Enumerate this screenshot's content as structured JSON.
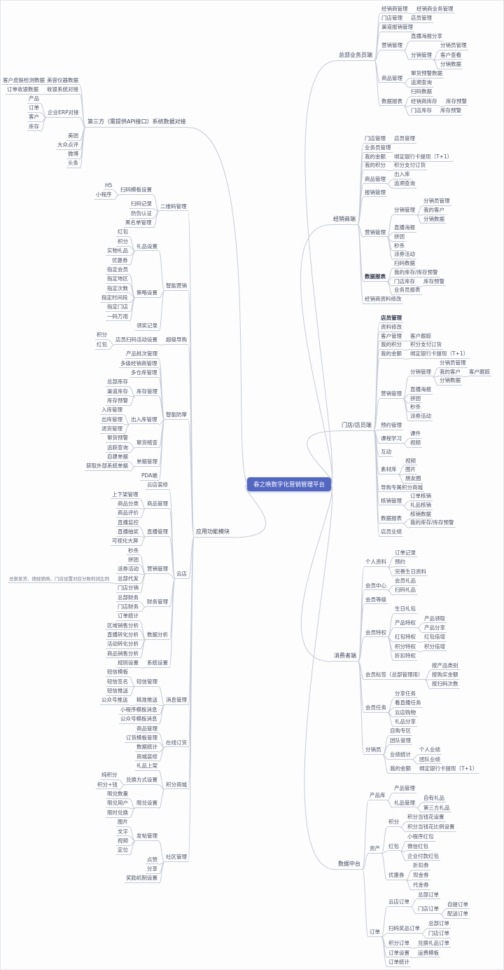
{
  "colors": {
    "center_bg": "#5367c1",
    "line": "#c6cbd7",
    "text": "#4b5166"
  },
  "center": {
    "t": "春之唤数字化营销管理平台"
  },
  "left_branches": [
    {
      "t": "第三方（需提供API接口）系统数据对接",
      "c": [
        {
          "t": "美容仪器数据",
          "c": [
            {
              "t": "客户皮肤检测数据"
            }
          ]
        },
        {
          "t": "收银系统对接",
          "c": [
            {
              "t": "订单收银数据"
            }
          ]
        },
        {
          "t": "企业ERP对接",
          "c": [
            {
              "t": "产品"
            },
            {
              "t": "订单"
            },
            {
              "t": "客户"
            },
            {
              "t": "库存"
            }
          ]
        },
        {
          "t": "美团"
        },
        {
          "t": "大众点评"
        },
        {
          "t": "微博"
        },
        {
          "t": "头条"
        }
      ]
    },
    {
      "t": "应用功能模块",
      "c": [
        {
          "t": "二维码管理",
          "c": [
            {
              "t": "扫码模板设置",
              "c": [
                {
                  "t": "H5"
                },
                {
                  "t": "小程序"
                }
              ]
            },
            {
              "t": "扫码记录"
            },
            {
              "t": "防伪认证"
            },
            {
              "t": "黑名单管理"
            }
          ]
        },
        {
          "t": "智能营销",
          "c": [
            {
              "t": "礼品设置",
              "c": [
                {
                  "t": "红包"
                },
                {
                  "t": "积分"
                },
                {
                  "t": "实物礼品"
                },
                {
                  "t": "优惠券"
                }
              ]
            },
            {
              "t": "策略设置",
              "c": [
                {
                  "t": "指定会员"
                },
                {
                  "t": "指定地区"
                },
                {
                  "t": "指定次数"
                },
                {
                  "t": "指定时间段"
                },
                {
                  "t": "指定门店"
                },
                {
                  "t": "一码万用"
                }
              ]
            },
            {
              "t": "领奖记录"
            }
          ]
        },
        {
          "t": "超级导购",
          "c": [
            {
              "t": "店员扫码活动设置",
              "c": [
                {
                  "t": "积分"
                },
                {
                  "t": "红包"
                }
              ]
            }
          ]
        },
        {
          "t": "智能防窜",
          "c": [
            {
              "t": "产品批次管理"
            },
            {
              "t": "多级经销商管理"
            },
            {
              "t": "多仓库管理"
            },
            {
              "t": "库存管理",
              "c": [
                {
                  "t": "总部库存"
                },
                {
                  "t": "渠道库存"
                },
                {
                  "t": "库存预警"
                }
              ]
            },
            {
              "t": "出入库管理",
              "c": [
                {
                  "t": "入库管理"
                },
                {
                  "t": "出库管理"
                },
                {
                  "t": "退货管理"
                }
              ]
            },
            {
              "t": "窜货稽查",
              "c": [
                {
                  "t": "窜货预警"
                },
                {
                  "t": "追踪查询"
                }
              ]
            },
            {
              "t": "单据管理",
              "c": [
                {
                  "t": "自建单据"
                },
                {
                  "t": "获取外部系统单据"
                }
              ]
            },
            {
              "t": "PDA端"
            }
          ]
        },
        {
          "t": "云店",
          "c": [
            {
              "t": "云店装修"
            },
            {
              "t": "商品管理",
              "c": [
                {
                  "t": "上下架管理"
                },
                {
                  "t": "商品分类"
                },
                {
                  "t": "商品评价"
                }
              ]
            },
            {
              "t": "直播管理",
              "c": [
                {
                  "t": "直播监控"
                },
                {
                  "t": "直播抽奖"
                },
                {
                  "t": "可视化大屏"
                }
              ]
            },
            {
              "t": "营销管理",
              "c": [
                {
                  "t": "秒杀"
                },
                {
                  "t": "拼团"
                },
                {
                  "t": "派券活动"
                },
                {
                  "t": "总部代发",
                  "c": [
                    {
                      "t": "总部发货、按经销商、门店设置对应分账利润比例",
                      "s": 1
                    }
                  ]
                },
                {
                  "t": "门店分销"
                }
              ]
            },
            {
              "t": "财务管理",
              "c": [
                {
                  "t": "总部财务"
                },
                {
                  "t": "门店财务"
                }
              ]
            },
            {
              "t": "数据分析",
              "c": [
                {
                  "t": "订单统计"
                },
                {
                  "t": "区域销售分析"
                },
                {
                  "t": "直播转化分析"
                },
                {
                  "t": "活动转化分析"
                },
                {
                  "t": "商品销售分析"
                }
              ]
            },
            {
              "t": "系统设置",
              "c": [
                {
                  "t": "规则设置"
                }
              ]
            }
          ]
        },
        {
          "t": "消息管理",
          "c": [
            {
              "t": "短信管理",
              "c": [
                {
                  "t": "短信模板"
                },
                {
                  "t": "短信签名"
                },
                {
                  "t": "短信推送"
                }
              ]
            },
            {
              "t": "精准推送",
              "c": [
                {
                  "t": "公众号推送"
                }
              ]
            },
            {
              "t": "小程序模板消息"
            },
            {
              "t": "公众号模板消息"
            }
          ]
        },
        {
          "t": "在线订货",
          "c": [
            {
              "t": "商品管理"
            },
            {
              "t": "订货模板管理"
            },
            {
              "t": "数据统计"
            },
            {
              "t": "商城装修"
            }
          ]
        },
        {
          "t": "积分商城",
          "c": [
            {
              "t": "礼品上架"
            },
            {
              "t": "兑换方式设置",
              "c": [
                {
                  "t": "纯积分"
                },
                {
                  "t": "积分+钱"
                }
              ]
            },
            {
              "t": "限兑设置",
              "c": [
                {
                  "t": "限兑数量"
                },
                {
                  "t": "限兑用户"
                },
                {
                  "t": "限时兑换"
                }
              ]
            }
          ]
        },
        {
          "t": "社区管理",
          "c": [
            {
              "t": "发帖管理",
              "c": [
                {
                  "t": "图片"
                },
                {
                  "t": "文字"
                },
                {
                  "t": "视频"
                },
                {
                  "t": "定位"
                }
              ]
            },
            {
              "t": "点赞"
            },
            {
              "t": "分享"
            },
            {
              "t": "奖励机制设置"
            }
          ]
        }
      ]
    }
  ],
  "right_branches": [
    {
      "t": "总部业务员端",
      "c": [
        {
          "t": "经销商管理",
          "c": [
            {
              "t": "经销商业务管理"
            }
          ]
        },
        {
          "t": "门店管理",
          "c": [
            {
              "t": "店员管理"
            }
          ]
        },
        {
          "t": "渠道报销管理"
        },
        {
          "t": "营销管理",
          "c": [
            {
              "t": "直播海报分享"
            },
            {
              "t": "分销管理",
              "c": [
                {
                  "t": "分销员管理"
                },
                {
                  "t": "客户查看"
                },
                {
                  "t": "分销数据"
                }
              ]
            }
          ]
        },
        {
          "t": "商品管理",
          "c": [
            {
              "t": "窜货预警数据"
            },
            {
              "t": "追溯查询"
            }
          ]
        },
        {
          "t": "数据报表",
          "c": [
            {
              "t": "扫码数据"
            },
            {
              "t": "经销商库存",
              "c": [
                {
                  "t": "库存预警"
                }
              ]
            },
            {
              "t": "门店库存",
              "c": [
                {
                  "t": "库存预警"
                }
              ]
            }
          ]
        }
      ]
    },
    {
      "t": "经销商端",
      "c": [
        {
          "t": "门店管理",
          "c": [
            {
              "t": "店员管理"
            }
          ]
        },
        {
          "t": "业务员管理"
        },
        {
          "t": "我的金额",
          "c": [
            {
              "t": "绑定银行卡提现（T+1）"
            }
          ]
        },
        {
          "t": "我的积分",
          "c": [
            {
              "t": "积分支付订货"
            }
          ]
        },
        {
          "t": "商品管理",
          "c": [
            {
              "t": "出入库"
            },
            {
              "t": "追溯查询"
            }
          ]
        },
        {
          "t": "报销管理"
        },
        {
          "t": "营销管理",
          "c": [
            {
              "t": "分销管理",
              "c": [
                {
                  "t": "分销员管理"
                },
                {
                  "t": "我的客户"
                },
                {
                  "t": "分销数据"
                }
              ]
            },
            {
              "t": "直播海报"
            },
            {
              "t": "拼团"
            },
            {
              "t": "秒杀"
            },
            {
              "t": "派券活动"
            }
          ]
        },
        {
          "t": "数据报表",
          "b": 1,
          "c": [
            {
              "t": "扫码数据"
            },
            {
              "t": "我的库存/库存预警"
            },
            {
              "t": "门店库存",
              "c": [
                {
                  "t": "库存预警"
                }
              ]
            },
            {
              "t": "业务员报表"
            }
          ]
        },
        {
          "t": "经销商资料修改"
        }
      ]
    },
    {
      "t": "门店/店员端",
      "c": [
        {
          "t": "店员管理",
          "b": 1
        },
        {
          "t": "资料修改"
        },
        {
          "t": "客户管理",
          "c": [
            {
              "t": "客户跟踪"
            }
          ]
        },
        {
          "t": "我的积分",
          "c": [
            {
              "t": "积分支付订货"
            }
          ]
        },
        {
          "t": "我的金额",
          "c": [
            {
              "t": "绑定银行卡提现（T+1）"
            }
          ]
        },
        {
          "t": "营销管理",
          "c": [
            {
              "t": "分销管理",
              "c": [
                {
                  "t": "分销员管理"
                },
                {
                  "t": "我的客户",
                  "c": [
                    {
                      "t": "客户跟踪"
                    }
                  ]
                },
                {
                  "t": "分销数据"
                }
              ]
            },
            {
              "t": "直播海报"
            },
            {
              "t": "拼团"
            },
            {
              "t": "秒杀"
            },
            {
              "t": "派券活动"
            }
          ]
        },
        {
          "t": "预约管理"
        },
        {
          "t": "课程学习",
          "c": [
            {
              "t": "课件"
            },
            {
              "t": "视频"
            }
          ]
        },
        {
          "t": "互动"
        },
        {
          "t": "素材库",
          "c": [
            {
              "t": "视频"
            },
            {
              "t": "图片"
            },
            {
              "t": "朋友圈"
            }
          ]
        },
        {
          "t": "导购专属积分商城"
        },
        {
          "t": "核销管理",
          "c": [
            {
              "t": "订单核销"
            },
            {
              "t": "礼品核销"
            }
          ]
        },
        {
          "t": "数据报表",
          "c": [
            {
              "t": "核销数据"
            },
            {
              "t": "我的库存/库存预警"
            }
          ]
        },
        {
          "t": "店员业绩"
        }
      ]
    },
    {
      "t": "消费者端",
      "c": [
        {
          "t": "个人资料",
          "c": [
            {
              "t": "订单记录"
            },
            {
              "t": "预约"
            },
            {
              "t": "完善生日资料"
            }
          ]
        },
        {
          "t": "会员中心",
          "c": [
            {
              "t": "会员礼品"
            },
            {
              "t": "扫码礼品"
            }
          ]
        },
        {
          "t": "会员等级"
        },
        {
          "t": "会员特权",
          "c": [
            {
              "t": "生日礼包"
            },
            {
              "t": "产品特权",
              "c": [
                {
                  "t": "产品领取"
                },
                {
                  "t": "产品分享"
                }
              ]
            },
            {
              "t": "红包特权",
              "c": [
                {
                  "t": "红包倍增"
                }
              ]
            },
            {
              "t": "积分特权",
              "c": [
                {
                  "t": "积分倍增"
                }
              ]
            },
            {
              "t": "折扣特权"
            }
          ]
        },
        {
          "t": "会员标签（总部管理用）",
          "c": [
            {
              "t": "按产品类别"
            },
            {
              "t": "按购买金额"
            },
            {
              "t": "按扫码次数"
            }
          ]
        },
        {
          "t": "会员任务",
          "c": [
            {
              "t": "分享任务"
            },
            {
              "t": "看直播任务"
            },
            {
              "t": "云店购物"
            },
            {
              "t": "礼品分享"
            }
          ]
        },
        {
          "t": "分销员",
          "c": [
            {
              "t": "自购专区"
            },
            {
              "t": "团队管理"
            },
            {
              "t": "业绩统计",
              "c": [
                {
                  "t": "个人业绩"
                },
                {
                  "t": "团队业绩"
                }
              ]
            },
            {
              "t": "我的金额",
              "c": [
                {
                  "t": "绑定银行卡提现（T+1）"
                }
              ]
            }
          ]
        }
      ]
    },
    {
      "t": "数据中台",
      "c": [
        {
          "t": "产品库",
          "c": [
            {
              "t": "产品管理"
            },
            {
              "t": "礼品管理",
              "c": [
                {
                  "t": "自有礼品"
                },
                {
                  "t": "第三方礼品"
                }
              ]
            }
          ]
        },
        {
          "t": "资产",
          "c": [
            {
              "t": "积分",
              "c": [
                {
                  "t": "积分当钱花设置"
                },
                {
                  "t": "积分当钱花比例设置"
                }
              ]
            },
            {
              "t": "红包",
              "c": [
                {
                  "t": "小程序红包"
                },
                {
                  "t": "微信红包"
                },
                {
                  "t": "企业付款红包"
                }
              ]
            },
            {
              "t": "优惠券",
              "c": [
                {
                  "t": "折扣券"
                },
                {
                  "t": "现金券"
                },
                {
                  "t": "代金券"
                }
              ]
            }
          ]
        },
        {
          "t": "订单",
          "c": [
            {
              "t": "云店订单",
              "c": [
                {
                  "t": "总部订单"
                },
                {
                  "t": "门店订单",
                  "c": [
                    {
                      "t": "自提订单"
                    },
                    {
                      "t": "配送订单"
                    }
                  ]
                }
              ]
            },
            {
              "t": "扫码奖品订单",
              "c": [
                {
                  "t": "总部订单"
                },
                {
                  "t": "门店订单"
                }
              ]
            },
            {
              "t": "积分订单",
              "c": [
                {
                  "t": "兑换礼品订单"
                }
              ]
            },
            {
              "t": "订单设置",
              "c": [
                {
                  "t": "运费模板"
                }
              ]
            },
            {
              "t": "订单统计"
            }
          ]
        }
      ]
    }
  ]
}
